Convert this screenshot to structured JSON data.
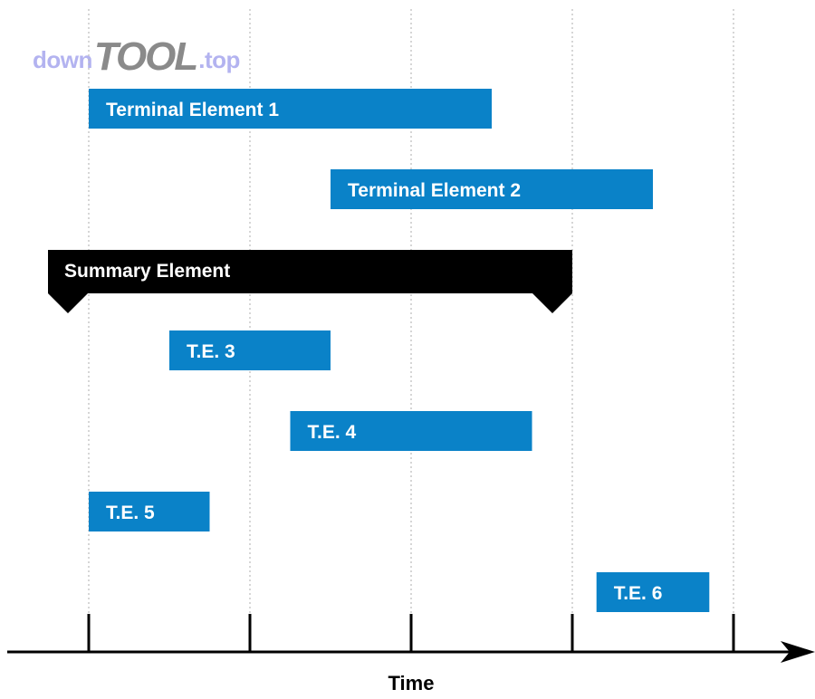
{
  "watermark": {
    "part1": "down",
    "part2": "TOOL",
    "part3": ".top"
  },
  "axis": {
    "label": "Time"
  },
  "bars": [
    {
      "id": "te1",
      "label": "Terminal Element 1",
      "kind": "terminal",
      "start": 0,
      "end": 2.5
    },
    {
      "id": "te2",
      "label": "Terminal Element 2",
      "kind": "terminal",
      "start": 1.5,
      "end": 3.5
    },
    {
      "id": "summary",
      "label": "Summary Element",
      "kind": "summary",
      "start": 0,
      "end": 3
    },
    {
      "id": "te3",
      "label": "T.E. 3",
      "kind": "terminal",
      "start": 0.5,
      "end": 1.5
    },
    {
      "id": "te4",
      "label": "T.E. 4",
      "kind": "terminal",
      "start": 1.25,
      "end": 2.75
    },
    {
      "id": "te5",
      "label": "T.E. 5",
      "kind": "terminal",
      "start": 0,
      "end": 0.75
    },
    {
      "id": "te6",
      "label": "T.E. 6",
      "kind": "terminal",
      "start": 3.15,
      "end": 3.85
    }
  ],
  "ticks": [
    0,
    1,
    2,
    3,
    4
  ],
  "colors": {
    "terminal": "#0a82c8",
    "summary": "#000000",
    "grid": "#bbbbbb",
    "text": "#ffffff"
  }
}
